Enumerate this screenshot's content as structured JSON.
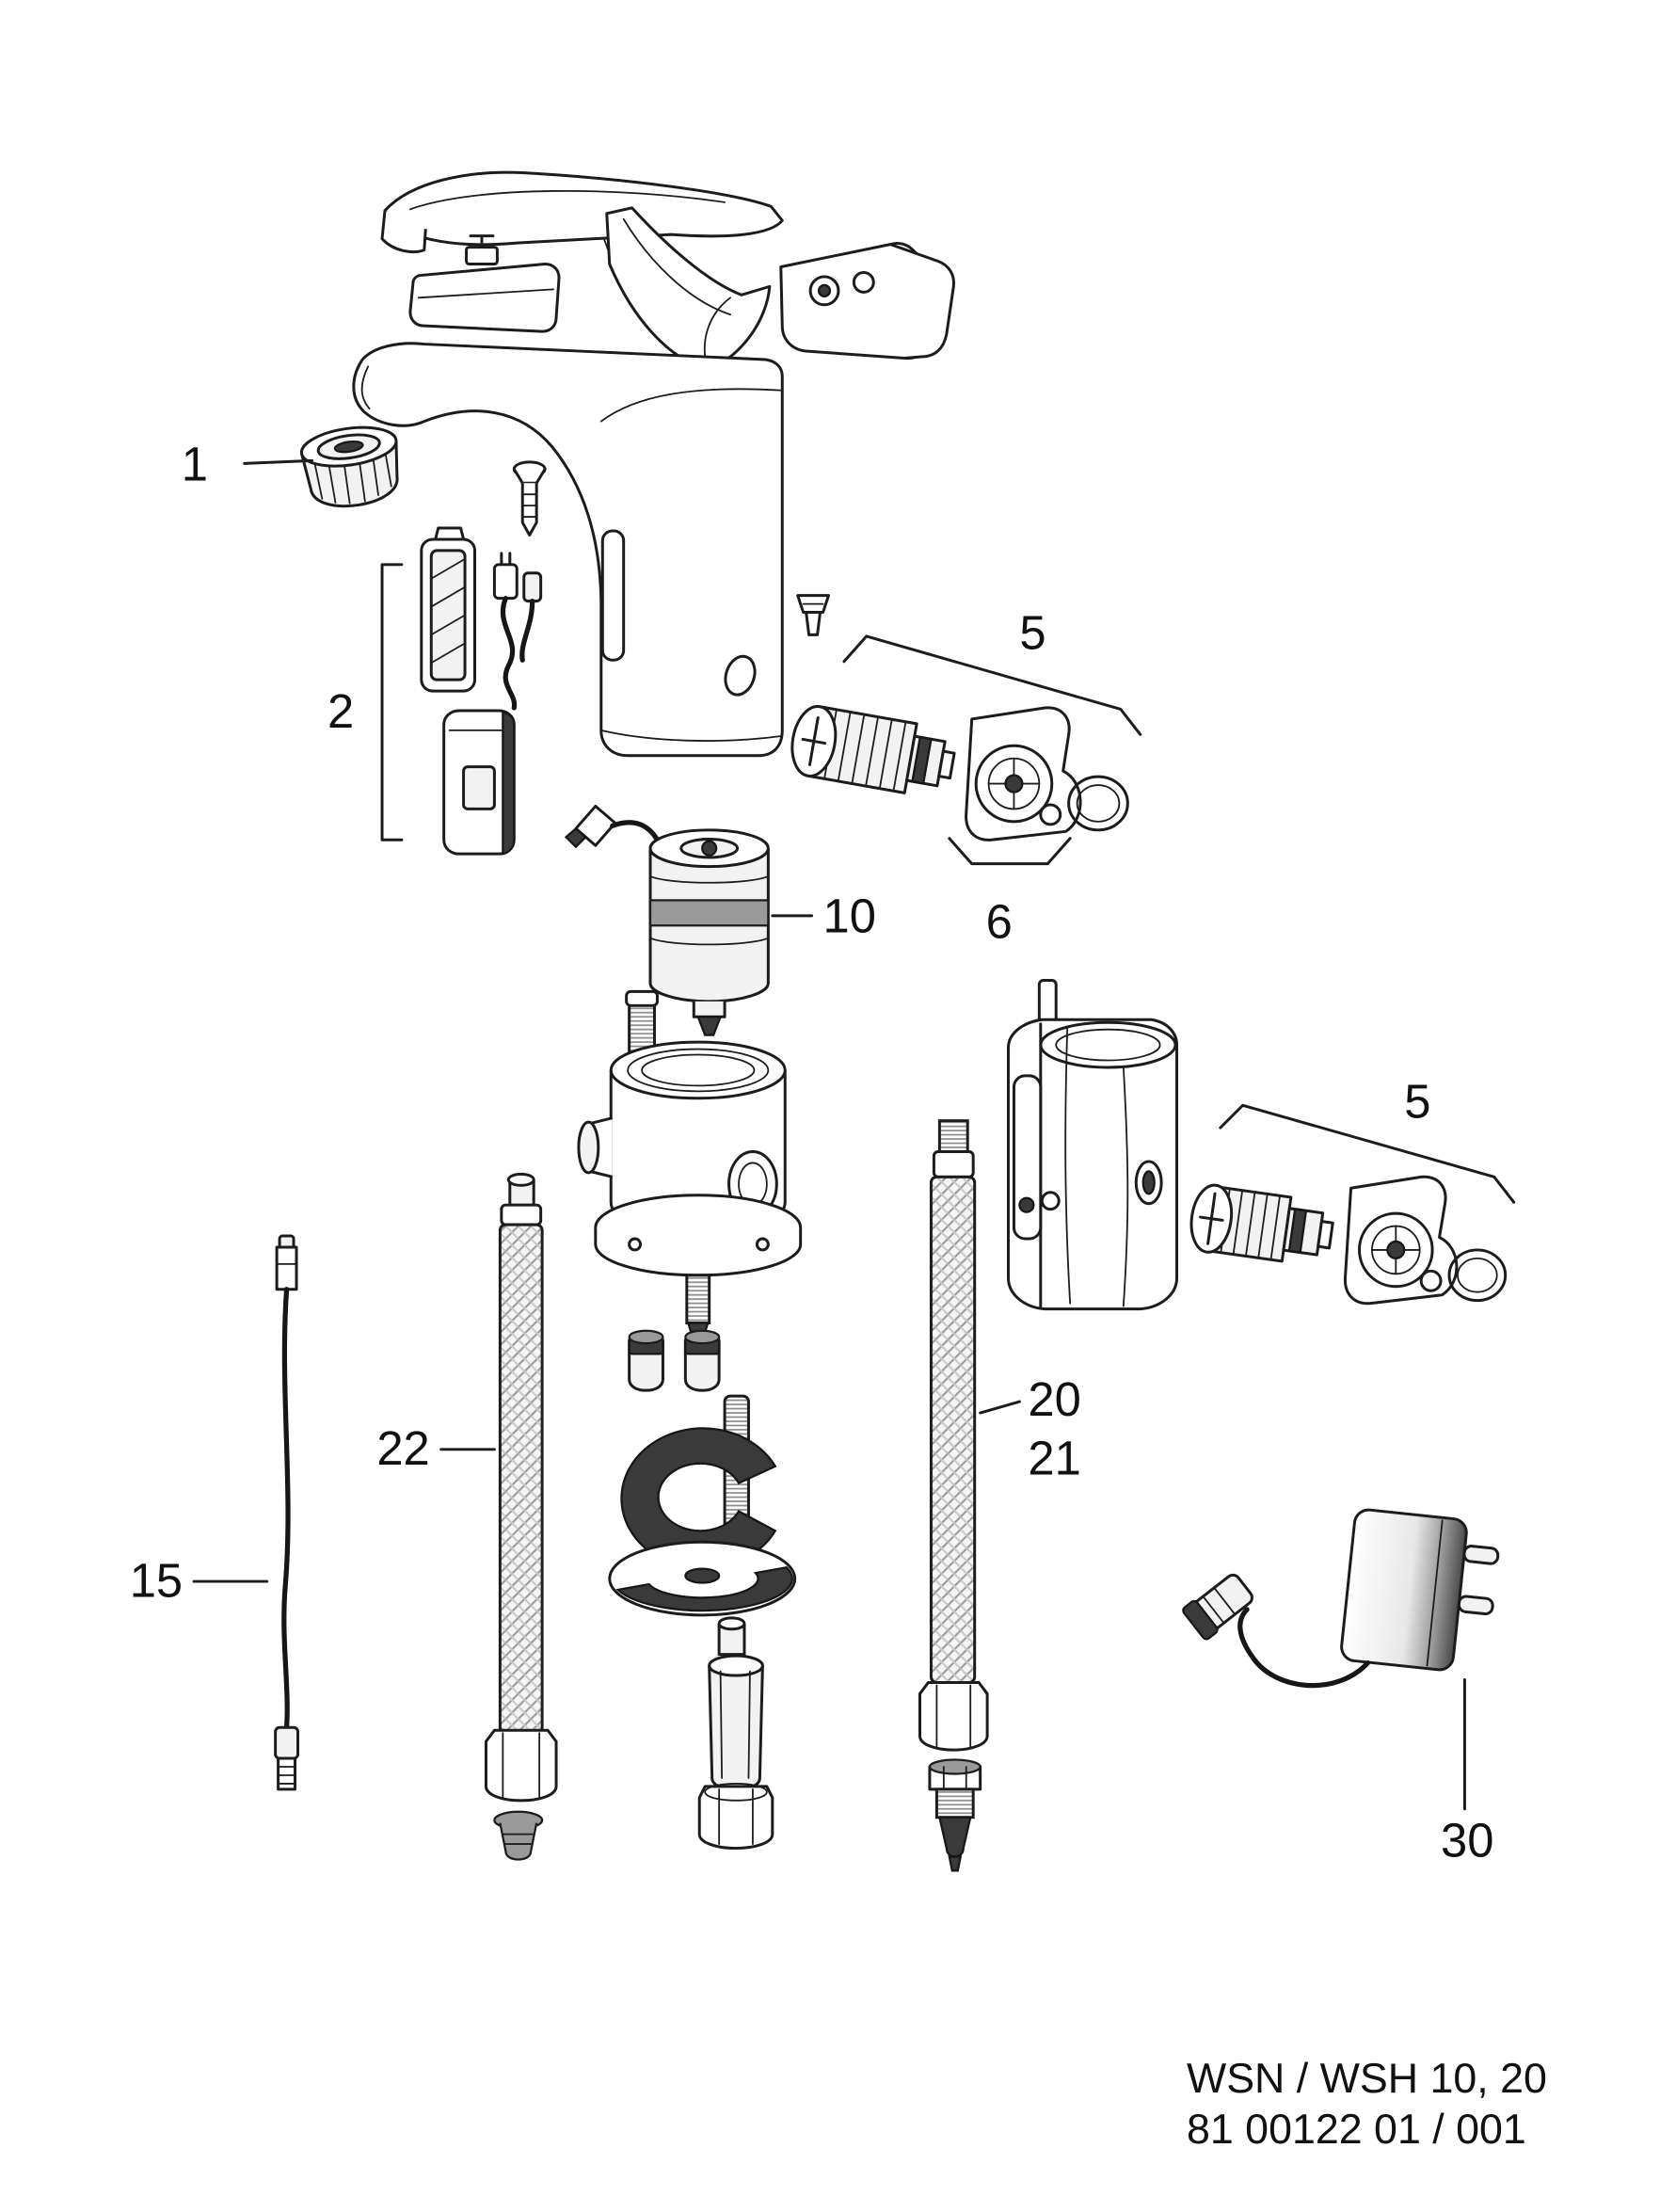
{
  "diagram": {
    "callouts": {
      "aerator": "1",
      "sensor_electronics": "2",
      "cartridge_upper": "5",
      "service_set": "6",
      "solenoid_valve": "10",
      "sensor_cable": "15",
      "hose_a": "20",
      "hose_b": "21",
      "hose_c": "22",
      "power_supply": "30",
      "cartridge_lower": "5"
    },
    "footer": {
      "model": "WSN / WSH 10, 20",
      "document_number": "81 00122 01 / 001"
    },
    "colors": {
      "line": "#1c1c1c",
      "dark_fill": "#3a3a3a",
      "mid_fill": "#9a9a9a",
      "light_fill": "#f2f2f2",
      "background": "#ffffff"
    }
  }
}
